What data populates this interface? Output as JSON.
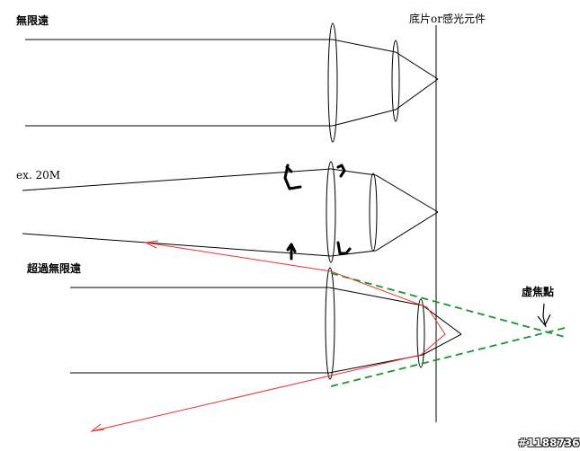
{
  "labels": {
    "infinity": "無限遠",
    "film_sensor": "底片or感光元件",
    "ex_distance": "ex. 20M",
    "beyond_infinity": "超過無限遠",
    "virtual_focus": "虛焦點"
  },
  "watermark": "#1188736",
  "colors": {
    "ray": "#000000",
    "red_ray": "#e8302a",
    "dashed": "#16962d"
  }
}
